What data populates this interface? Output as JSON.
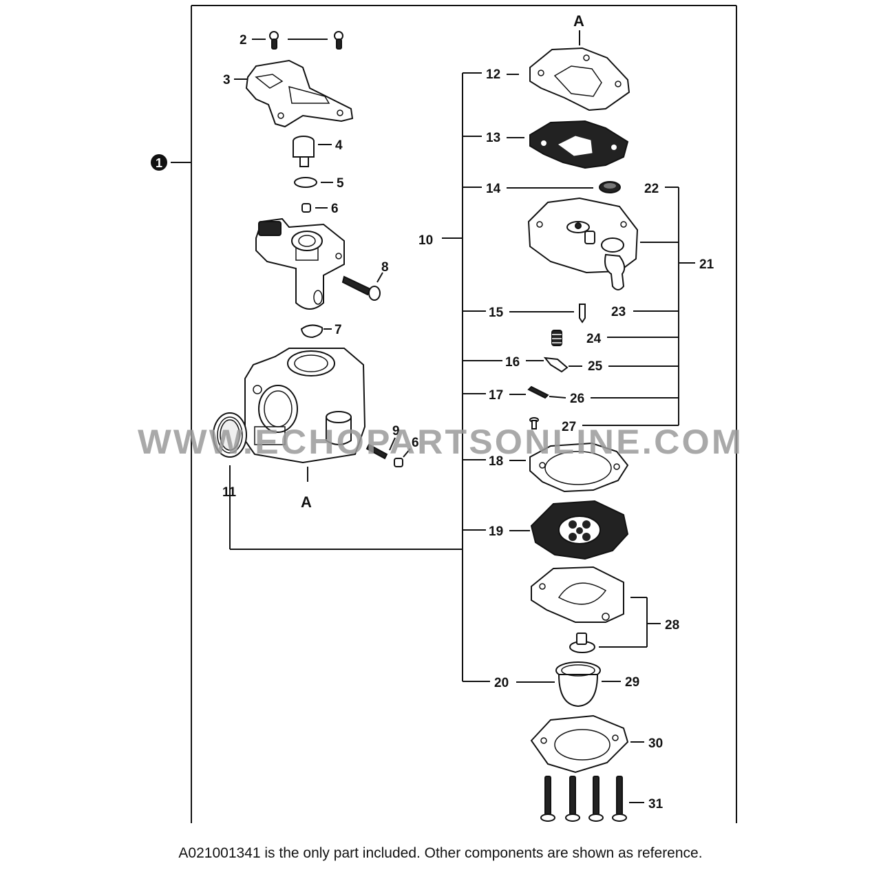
{
  "assembly": {
    "label": "1",
    "section_marker": "A"
  },
  "callouts": {
    "c2": "2",
    "c3": "3",
    "c4": "4",
    "c5": "5",
    "c6a": "6",
    "c6b": "6",
    "c7": "7",
    "c8": "8",
    "c9": "9",
    "c10": "10",
    "c11": "11",
    "c12": "12",
    "c13": "13",
    "c14": "14",
    "c15": "15",
    "c16": "16",
    "c17": "17",
    "c18": "18",
    "c19": "19",
    "c20": "20",
    "c21": "21",
    "c22": "22",
    "c23": "23",
    "c24": "24",
    "c25": "25",
    "c26": "26",
    "c27": "27",
    "c28": "28",
    "c29": "29",
    "c30": "30",
    "c31": "31"
  },
  "watermark": "WWW.ECHOPARTSONLINE.COM",
  "footer": "A021001341 is the only part included. Other components are shown as reference.",
  "icons": {
    "assembly_marker": "filled-circle-number-icon"
  }
}
